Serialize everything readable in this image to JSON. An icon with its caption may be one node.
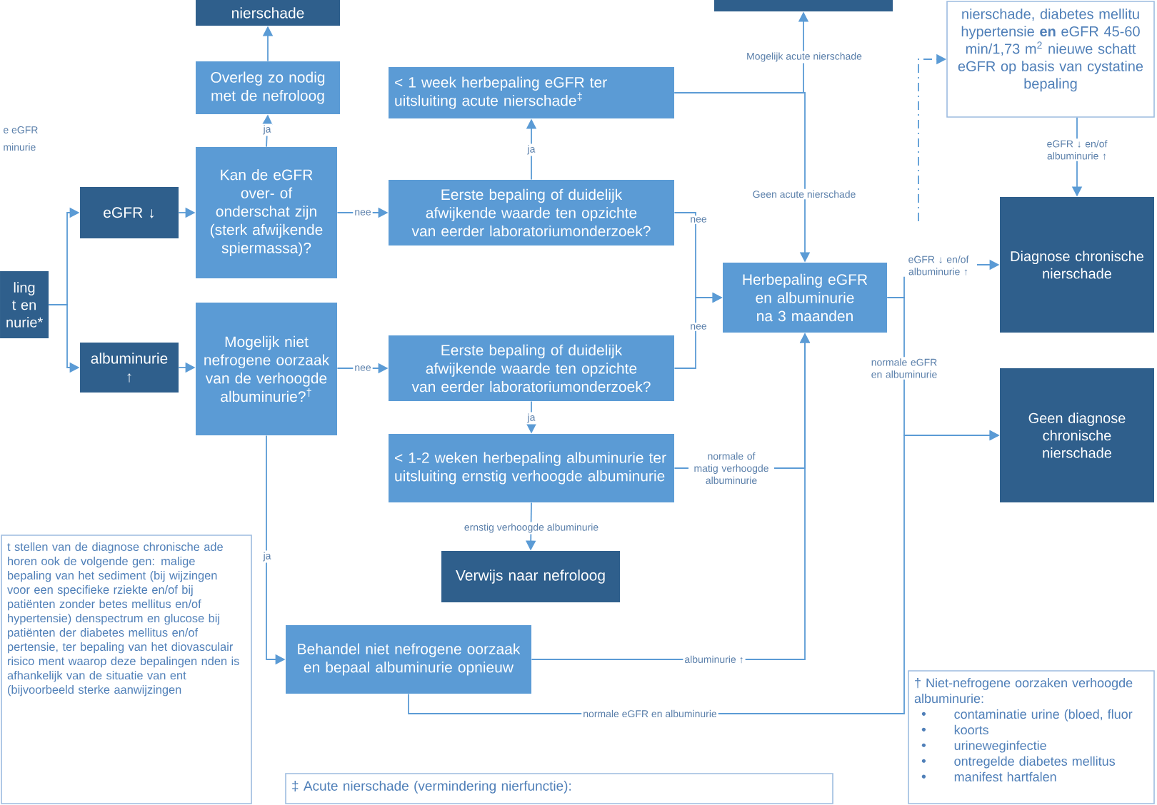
{
  "diagram": {
    "nodes": [
      {
        "text": [
          "nierschade"
        ]
      },
      {
        "text": [
          "Overleg zo nodig met de nefroloog"
        ]
      },
      {
        "text": [
          "Kan de eGFR over- of onderschat zijn (sterk afwijkende spiermassa)?"
        ]
      },
      {
        "text": [
          "eGFR ↓"
        ]
      },
      {
        "text": [
          "ling t en nurie*"
        ]
      },
      {
        "text": [
          "albuminurie ↑"
        ]
      },
      {
        "text": [
          "Mogelijk niet nefrogene oorzaak van de verhoogde albuminurie?$^{†}$"
        ]
      },
      {
        "text": [
          "< 1 week herbepaling eGFR ter uitsluiting acute nierschade$^{‡}$"
        ]
      },
      {
        "text": [
          "Eerste bepaling of duidelijk afwijkende waarde ten opzichte van eerder laboratoriumonderzoek?"
        ]
      },
      {
        "text": [
          "Eerste bepaling of duidelijk afwijkende waarde ten opzichte van eerder laboratoriumonderzoek?"
        ]
      },
      {
        "text": [
          "< 1-2 weken herbepaling albuminurie ter uitsluiting ernstig verhoogde albuminurie"
        ]
      },
      {
        "text": [
          "Verwijs naar nefroloog"
        ]
      },
      {
        "text": [
          "Behandel niet nefrogene oorzaak en bepaal albuminurie opnieuw"
        ]
      },
      {
        "text": [],
        "shape": "box"
      },
      {
        "text": [
          "Herbepaling eGFR en albuminurie na 3 maanden"
        ]
      },
      {
        "text": [
          "nierschade, diabetes mellitu hypertensie **en** eGFR 45-60 min/1,73 m$^{2}$ nieuwe schatt eGFR op basis van cystatine bepaling"
        ]
      },
      {
        "text": [
          "Diagnose chronische nierschade"
        ]
      },
      {
        "text": [
          "Geen diagnose chronische nierschade"
        ]
      },
      {
        "text": [
          "t stellen van de diagnose chronische ade horen ook de volgende gen: malige bepaling van het sediment (bij wijzingen voor een specifieke rziekte en/of bij patiënten zonder betes mellitus en/of hypertensie) denspectrum en glucose bij patiënten der diabetes mellitus en/of pertensie, ter bepaling van het diovasculair risico ment waarop deze bepalingen nden is afhankelijk van de situatie van ent (bijvoorbeeld sterke aanwijzingen"
        ]
      },
      {
        "text": [
          "‡ Acute nierschade (vermindering nierfunctie):"
        ]
      },
      {
        "text": [
          "† Niet-nefrogene oorzaken verhoogde albuminurie:",
          "contaminatie urine (bloed, fluor",
          "koorts",
          "urineweginfectie",
          "ontregelde diabetes mellitus",
          "manifest hartfalen"
        ]
      }
    ],
    "edges": [
      {
        "from": 4,
        "to": 3,
        "arrow": "to"
      },
      {
        "from": 4,
        "to": 5,
        "arrow": "to"
      },
      {
        "from": 3,
        "to": 2,
        "arrow": "to"
      },
      {
        "from": 5,
        "to": 6,
        "arrow": "to"
      },
      {
        "from": 2,
        "to": 1,
        "arrow": "to",
        "label": "ja"
      },
      {
        "from": 1,
        "to": 0,
        "arrow": "to"
      },
      {
        "from": 2,
        "to": 8,
        "arrow": "to",
        "label": "nee"
      },
      {
        "from": 6,
        "to": 9,
        "arrow": "to",
        "label": "nee"
      },
      {
        "from": 8,
        "to": 7,
        "arrow": "to",
        "label": "ja"
      },
      {
        "from": 7,
        "to": 13,
        "arrow": "to",
        "label": "Mogelijk acute nierschade"
      },
      {
        "from": 7,
        "to": 14,
        "arrow": "to",
        "label": "Geen acute nierschade"
      },
      {
        "from": 8,
        "to": 14,
        "arrow": "to",
        "label": "nee"
      },
      {
        "from": 9,
        "to": 14,
        "arrow": "to",
        "label": "nee"
      },
      {
        "from": 9,
        "to": 10,
        "arrow": "to",
        "label": "ja"
      },
      {
        "from": 10,
        "to": 11,
        "arrow": "to",
        "label": "ernstig verhoogde albuminurie"
      },
      {
        "from": 10,
        "to": 14,
        "arrow": "to",
        "label": "normale of matig verhoogde albuminurie"
      },
      {
        "from": 12,
        "to": 14,
        "arrow": "to",
        "label": "albuminurie ↑"
      },
      {
        "from": 6,
        "to": 12,
        "arrow": "to",
        "label": "ja"
      },
      {
        "from": 14,
        "to": 16,
        "arrow": "to",
        "label": "eGFR ↓ en/of albuminurie ↑"
      },
      {
        "from": 14,
        "to": 17,
        "arrow": "to",
        "label": "normale eGFR en albuminurie"
      },
      {
        "from": 12,
        "to": 17,
        "arrow": "to",
        "label": "normale eGFR en albuminurie"
      },
      {
        "from": 15,
        "to": 16,
        "arrow": "to",
        "label": "eGFR ↓ en/of albuminurie ↑"
      },
      {
        "from": null,
        "to": 15,
        "arrow": "to",
        "style": "dashed"
      }
    ],
    "labels": [
      "e eGFR",
      "minurie"
    ]
  }
}
